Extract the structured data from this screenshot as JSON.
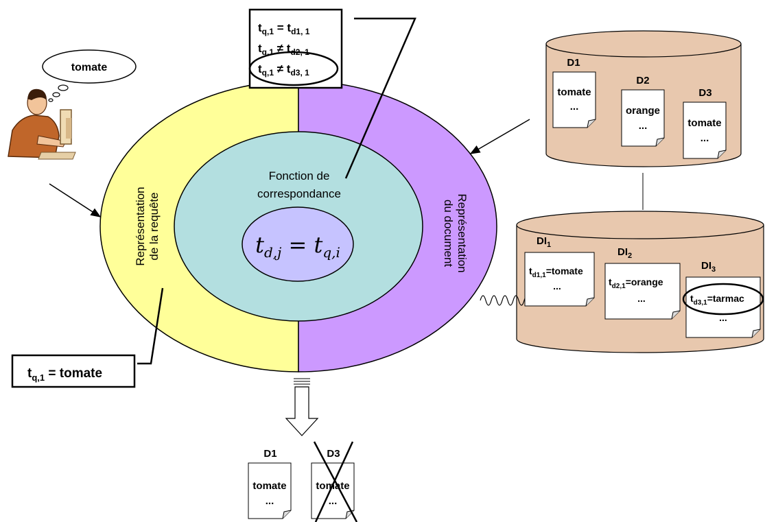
{
  "user": {
    "thought": "tomate"
  },
  "query_label": {
    "main": "t",
    "sub": "q,1",
    "rest": " = tomate"
  },
  "match_box": {
    "l1": {
      "a": "t",
      "as": "q,1",
      "op": " = t",
      "bs": "d1, 1"
    },
    "l2": {
      "a": "t",
      "as": "q,1",
      "op": " ≠ t",
      "bs": "d2, 1"
    },
    "l3": {
      "a": "t",
      "as": "q,1",
      "op": " ≠ t",
      "bs": "d3, 1"
    }
  },
  "ellipse": {
    "left_label_1": "Représentation",
    "left_label_2": "de la requête",
    "right_label_1": "Représentation",
    "right_label_2": "du document",
    "middle_1": "Fonction de",
    "middle_2": "correspondance",
    "formula": {
      "t1": "t",
      "s1": "d,j",
      "eq": " = ",
      "t2": "t",
      "s2": "q,i"
    }
  },
  "collection": {
    "docs": [
      {
        "title": "D1",
        "term": "tomate",
        "more": "..."
      },
      {
        "title": "D2",
        "term": "orange",
        "more": "..."
      },
      {
        "title": "D3",
        "term": "tomate",
        "more": "..."
      }
    ]
  },
  "index": {
    "docs": [
      {
        "title": "DI",
        "title_sub": "1",
        "t": "t",
        "sub": "d1,1",
        "val": "=tomate",
        "more": "..."
      },
      {
        "title": "DI",
        "title_sub": "2",
        "t": "t",
        "sub": "d2,1",
        "val": "=orange",
        "more": "..."
      },
      {
        "title": "DI",
        "title_sub": "3",
        "t": "t",
        "sub": "d3,1",
        "val": "=tarmac",
        "more": "..."
      }
    ]
  },
  "results": {
    "docs": [
      {
        "title": "D1",
        "term": "tomate",
        "more": "..."
      },
      {
        "title": "D3",
        "term": "tomate",
        "more": "..."
      }
    ]
  },
  "colors": {
    "yellow": "#ffff99",
    "purple": "#cc99ff",
    "teal": "#b3dfe0",
    "lavender": "#c6c3ff",
    "tan": "#e8c8ae"
  }
}
